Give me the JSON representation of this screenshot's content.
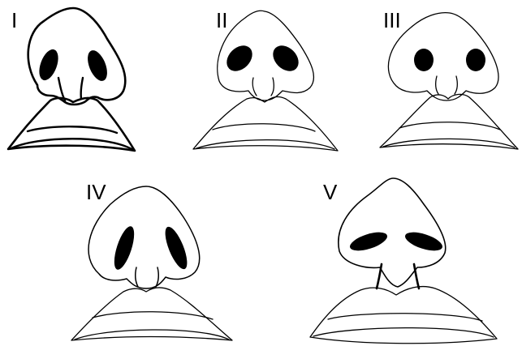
{
  "diagram": {
    "panels": [
      {
        "label": "I",
        "nostril_shape": "oval-slanted"
      },
      {
        "label": "II",
        "nostril_shape": "oval-horizontal"
      },
      {
        "label": "III",
        "nostril_shape": "round"
      },
      {
        "label": "IV",
        "nostril_shape": "elongated-vertical"
      },
      {
        "label": "V",
        "nostril_shape": "elongated-horizontal"
      }
    ],
    "colors": {
      "ink": "#000000",
      "background": "#ffffff"
    }
  }
}
